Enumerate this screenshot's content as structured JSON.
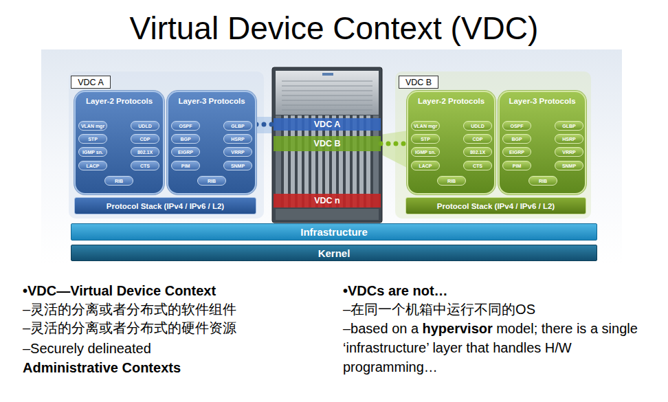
{
  "diagram": {
    "title": "Virtual Device Context (VDC)",
    "nodes": [
      {
        "text": [
          "VDC A"
        ]
      },
      {
        "text": [
          "Layer-2 Protocols"
        ]
      },
      {
        "text": [
          "VLAN mgr"
        ],
        "in": 1
      },
      {
        "text": [
          "UDLD"
        ],
        "in": 1
      },
      {
        "text": [
          "STP"
        ],
        "in": 1
      },
      {
        "text": [
          "CDP"
        ],
        "in": 1
      },
      {
        "text": [
          "IGMP sn."
        ],
        "in": 1
      },
      {
        "text": [
          "802.1X"
        ],
        "in": 1
      },
      {
        "text": [
          "LACP"
        ],
        "in": 1
      },
      {
        "text": [
          "CTS"
        ],
        "in": 1
      },
      {
        "text": [
          "RIB"
        ],
        "in": 1
      },
      {
        "text": [
          "Layer-3 Protocols"
        ]
      },
      {
        "text": [
          "OSPF"
        ],
        "in": 11
      },
      {
        "text": [
          "GLBP"
        ],
        "in": 11
      },
      {
        "text": [
          "BGP"
        ],
        "in": 11
      },
      {
        "text": [
          "HSRP"
        ],
        "in": 11
      },
      {
        "text": [
          "EIGRP"
        ],
        "in": 11
      },
      {
        "text": [
          "VRRP"
        ],
        "in": 11
      },
      {
        "text": [
          "PIM"
        ],
        "in": 11
      },
      {
        "text": [
          "SNMP"
        ],
        "in": 11
      },
      {
        "text": [
          "RIB"
        ],
        "in": 11
      },
      {
        "text": [
          "Protocol Stack (IPv4 / IPv6 / L2)"
        ]
      },
      {
        "text": [
          "VDC A"
        ]
      },
      {
        "text": [
          "VDC B"
        ]
      },
      {
        "text": [
          "VDC n"
        ]
      },
      {
        "text": [
          "VDC B"
        ]
      },
      {
        "text": [
          "Layer-2 Protocols"
        ]
      },
      {
        "text": [
          "VLAN mgr"
        ],
        "in": 26
      },
      {
        "text": [
          "UDLD"
        ],
        "in": 26
      },
      {
        "text": [
          "STP"
        ],
        "in": 26
      },
      {
        "text": [
          "CDP"
        ],
        "in": 26
      },
      {
        "text": [
          "IGMP sn."
        ],
        "in": 26
      },
      {
        "text": [
          "802.1X"
        ],
        "in": 26
      },
      {
        "text": [
          "LACP"
        ],
        "in": 26
      },
      {
        "text": [
          "CTS"
        ],
        "in": 26
      },
      {
        "text": [
          "RIB"
        ],
        "in": 26
      },
      {
        "text": [
          "Layer-3 Protocols"
        ]
      },
      {
        "text": [
          "OSPF"
        ],
        "in": 36
      },
      {
        "text": [
          "GLBP"
        ],
        "in": 36
      },
      {
        "text": [
          "BGP"
        ],
        "in": 36
      },
      {
        "text": [
          "HSRP"
        ],
        "in": 36
      },
      {
        "text": [
          "EIGRP"
        ],
        "in": 36
      },
      {
        "text": [
          "VRRP"
        ],
        "in": 36
      },
      {
        "text": [
          "PIM"
        ],
        "in": 36
      },
      {
        "text": [
          "SNMP"
        ],
        "in": 36
      },
      {
        "text": [
          "RIB"
        ],
        "in": 36
      },
      {
        "text": [
          "Protocol Stack (IPv4 / IPv6 / L2)"
        ]
      },
      {
        "text": [
          "Infrastructure"
        ]
      },
      {
        "text": [
          "Kernel"
        ]
      }
    ],
    "edges": [
      {
        "from": 11,
        "to": 22,
        "arrow": "none"
      },
      {
        "from": 23,
        "to": 26,
        "arrow": "none"
      }
    ],
    "labels": [
      "•VDC—Virtual Device Context",
      "–灵活的分离或者分布式的软件组件",
      "–灵活的分离或者分布式的硬件资源",
      "–Securely delineated",
      "Administrative Contexts",
      "•VDCs are not…",
      "–在同一个机箱中运行不同的OS",
      "–based on a",
      "hypervisor",
      "model; there is a single ‘infrastructure’ layer that handles H/W programming…"
    ]
  }
}
